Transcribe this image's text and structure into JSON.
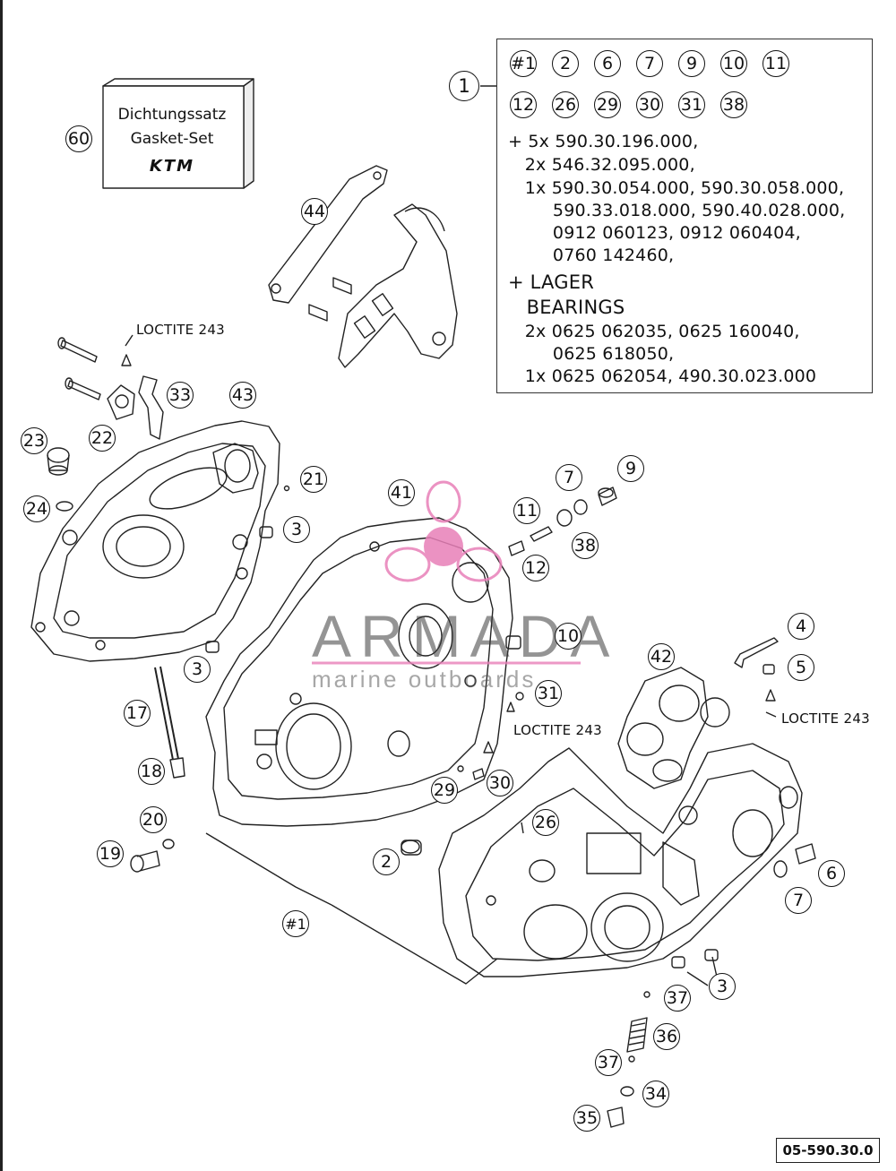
{
  "kit": {
    "callout": "1",
    "row1": [
      "#1",
      "2",
      "6",
      "7",
      "9",
      "10",
      "11"
    ],
    "row2": [
      "12",
      "26",
      "29",
      "30",
      "31",
      "38"
    ],
    "lines": [
      "+ 5x 590.30.196.000,",
      "   2x 546.32.095.000,",
      "   1x 590.30.054.000, 590.30.058.000,",
      "        590.33.018.000, 590.40.028.000,",
      "        0912 060123, 0912 060404,",
      "        0760 142460,",
      "+ LAGER",
      "   BEARINGS",
      "   2x 0625 062035, 0625 160040,",
      "        0625 618050,",
      "   1x 0625 062054, 490.30.023.000"
    ]
  },
  "gasket_set": {
    "callout": "60",
    "line1": "Dichtungssatz",
    "line2": "Gasket-Set",
    "logo": "KTM"
  },
  "loctite": {
    "label_a": "LOCTITE 243",
    "label_b": "LOCTITE 243",
    "label_c": "LOCTITE 243"
  },
  "watermark": {
    "title": "ARMADA",
    "subtitle": "marine outboards",
    "logo_color": "#e87fb8"
  },
  "callouts": [
    {
      "id": "44"
    },
    {
      "id": "33"
    },
    {
      "id": "22"
    },
    {
      "id": "23"
    },
    {
      "id": "24"
    },
    {
      "id": "43"
    },
    {
      "id": "21"
    },
    {
      "id": "3"
    },
    {
      "id": "41"
    },
    {
      "id": "7"
    },
    {
      "id": "9"
    },
    {
      "id": "11"
    },
    {
      "id": "38"
    },
    {
      "id": "12"
    },
    {
      "id": "10"
    },
    {
      "id": "31"
    },
    {
      "id": "3"
    },
    {
      "id": "17"
    },
    {
      "id": "18"
    },
    {
      "id": "20"
    },
    {
      "id": "19"
    },
    {
      "id": "4"
    },
    {
      "id": "5"
    },
    {
      "id": "42"
    },
    {
      "id": "30"
    },
    {
      "id": "29"
    },
    {
      "id": "26"
    },
    {
      "id": "2"
    },
    {
      "id": "#1"
    },
    {
      "id": "6"
    },
    {
      "id": "7"
    },
    {
      "id": "3"
    },
    {
      "id": "37"
    },
    {
      "id": "36"
    },
    {
      "id": "37"
    },
    {
      "id": "34"
    },
    {
      "id": "35"
    }
  ],
  "reference": "05-590.30.0"
}
